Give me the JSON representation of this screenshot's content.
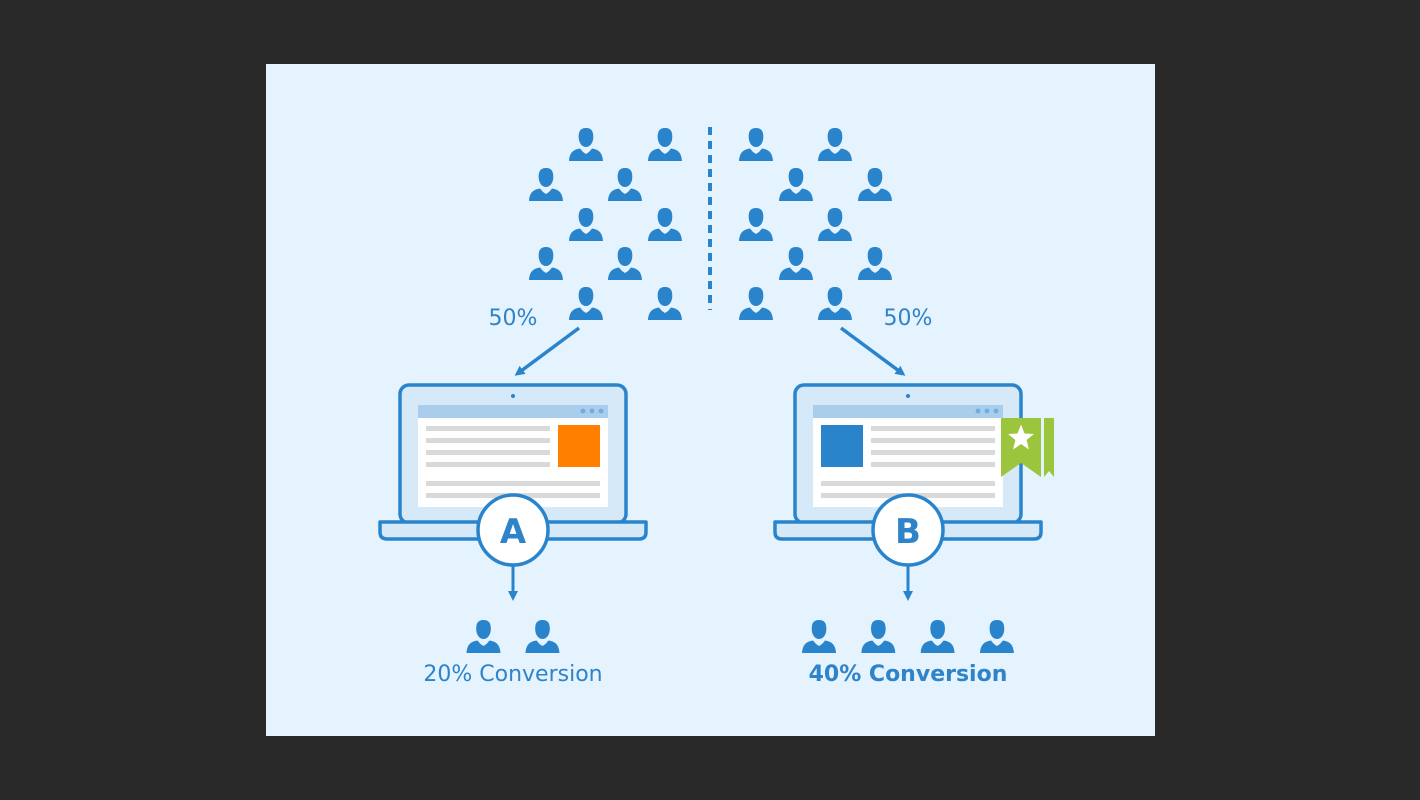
{
  "colors": {
    "background": "#292929",
    "panel": "#e4f3fd",
    "primary_blue": "#2a84cc",
    "variant_a_accent": "#ff7f00",
    "variant_b_accent": "#2a84cc",
    "badge_green": "#9bc53d"
  },
  "split": {
    "left_label": "50%",
    "right_label": "50%"
  },
  "variants": [
    {
      "letter": "A",
      "result": "20% Conversion",
      "converted_users": 2
    },
    {
      "letter": "B",
      "result": "40% Conversion",
      "converted_users": 4,
      "badge_icon": "star-bookmark-icon"
    }
  ],
  "icons": {
    "user": "user-icon",
    "laptop": "laptop-icon",
    "arrow": "arrow-icon"
  }
}
